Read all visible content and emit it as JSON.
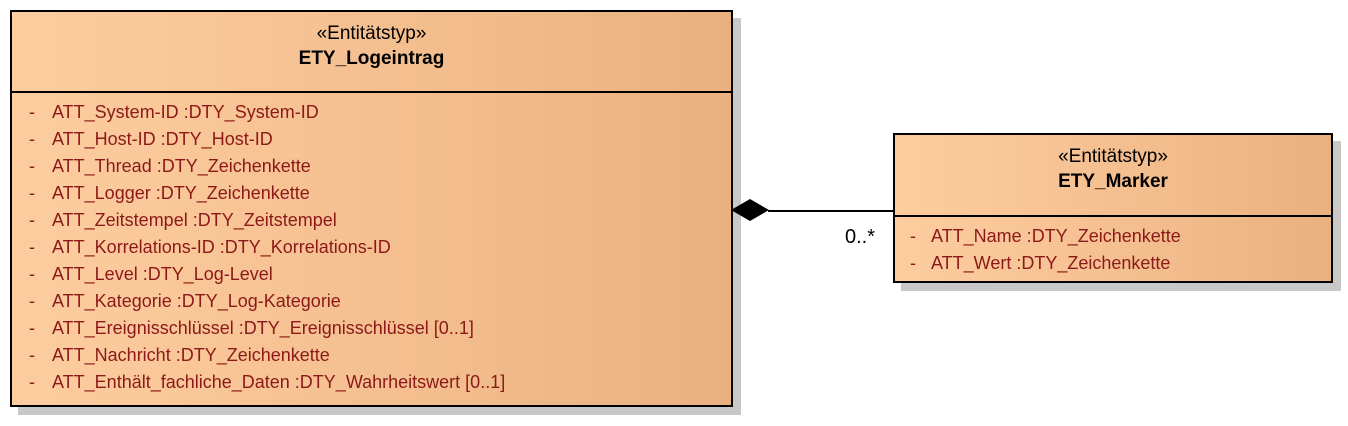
{
  "diagram": {
    "type": "uml-class-diagram",
    "background_color": "#ffffff",
    "class_fill_left": "#fdcd9f",
    "class_fill_right": "#e9b17f",
    "border_color": "#000000",
    "shadow_color": "#c8c8c8",
    "attribute_text_color": "#8c1919",
    "header_text_color": "#000000"
  },
  "classes": [
    {
      "id": "ETY_Logeintrag",
      "stereotype": "«Entitätstyp»",
      "name": "ETY_Logeintrag",
      "attributes": [
        {
          "visibility": "-",
          "text": "ATT_System-ID  :DTY_System-ID"
        },
        {
          "visibility": "-",
          "text": "ATT_Host-ID  :DTY_Host-ID"
        },
        {
          "visibility": "-",
          "text": "ATT_Thread  :DTY_Zeichenkette"
        },
        {
          "visibility": "-",
          "text": "ATT_Logger  :DTY_Zeichenkette"
        },
        {
          "visibility": "-",
          "text": "ATT_Zeitstempel  :DTY_Zeitstempel"
        },
        {
          "visibility": "-",
          "text": "ATT_Korrelations-ID  :DTY_Korrelations-ID"
        },
        {
          "visibility": "-",
          "text": "ATT_Level  :DTY_Log-Level"
        },
        {
          "visibility": "-",
          "text": "ATT_Kategorie  :DTY_Log-Kategorie"
        },
        {
          "visibility": "-",
          "text": "ATT_Ereignisschlüssel  :DTY_Ereignisschlüssel [0..1]"
        },
        {
          "visibility": "-",
          "text": "ATT_Nachricht  :DTY_Zeichenkette"
        },
        {
          "visibility": "-",
          "text": "ATT_Enthält_fachliche_Daten  :DTY_Wahrheitswert [0..1]"
        }
      ]
    },
    {
      "id": "ETY_Marker",
      "stereotype": "«Entitätstyp»",
      "name": "ETY_Marker",
      "attributes": [
        {
          "visibility": "-",
          "text": "ATT_Name  :DTY_Zeichenkette"
        },
        {
          "visibility": "-",
          "text": "ATT_Wert  :DTY_Zeichenkette"
        }
      ]
    }
  ],
  "association": {
    "kind": "composition",
    "source": "ETY_Logeintrag",
    "target": "ETY_Marker",
    "source_adornment": "filled-diamond",
    "target_multiplicity": "0..*"
  }
}
